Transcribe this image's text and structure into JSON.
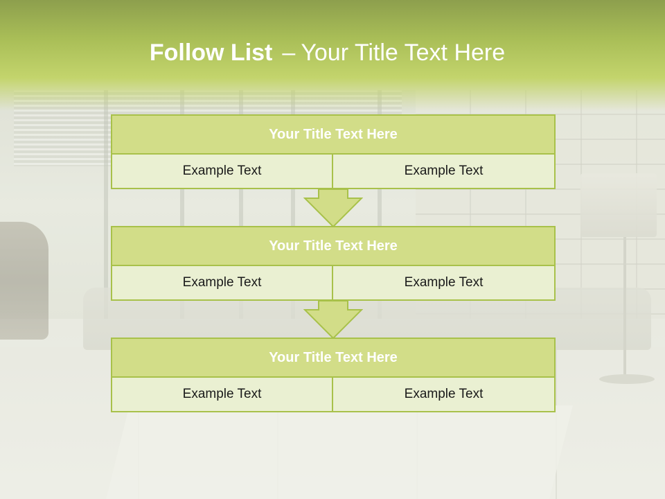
{
  "colors": {
    "accent": "#a8c14a",
    "header_fill": "#d2dd88",
    "cell_fill": "#eaf0d2",
    "header_band": "#b5c95e"
  },
  "slide": {
    "title_bold": "Follow List",
    "title_separator": "–",
    "title_rest": "Your Title Text Here"
  },
  "steps": [
    {
      "title": "Your Title Text Here",
      "left": "Example Text",
      "right": "Example Text"
    },
    {
      "title": "Your Title Text Here",
      "left": "Example Text",
      "right": "Example Text"
    },
    {
      "title": "Your Title Text Here",
      "left": "Example Text",
      "right": "Example Text"
    }
  ],
  "arrow_icon": "down-arrow-icon"
}
